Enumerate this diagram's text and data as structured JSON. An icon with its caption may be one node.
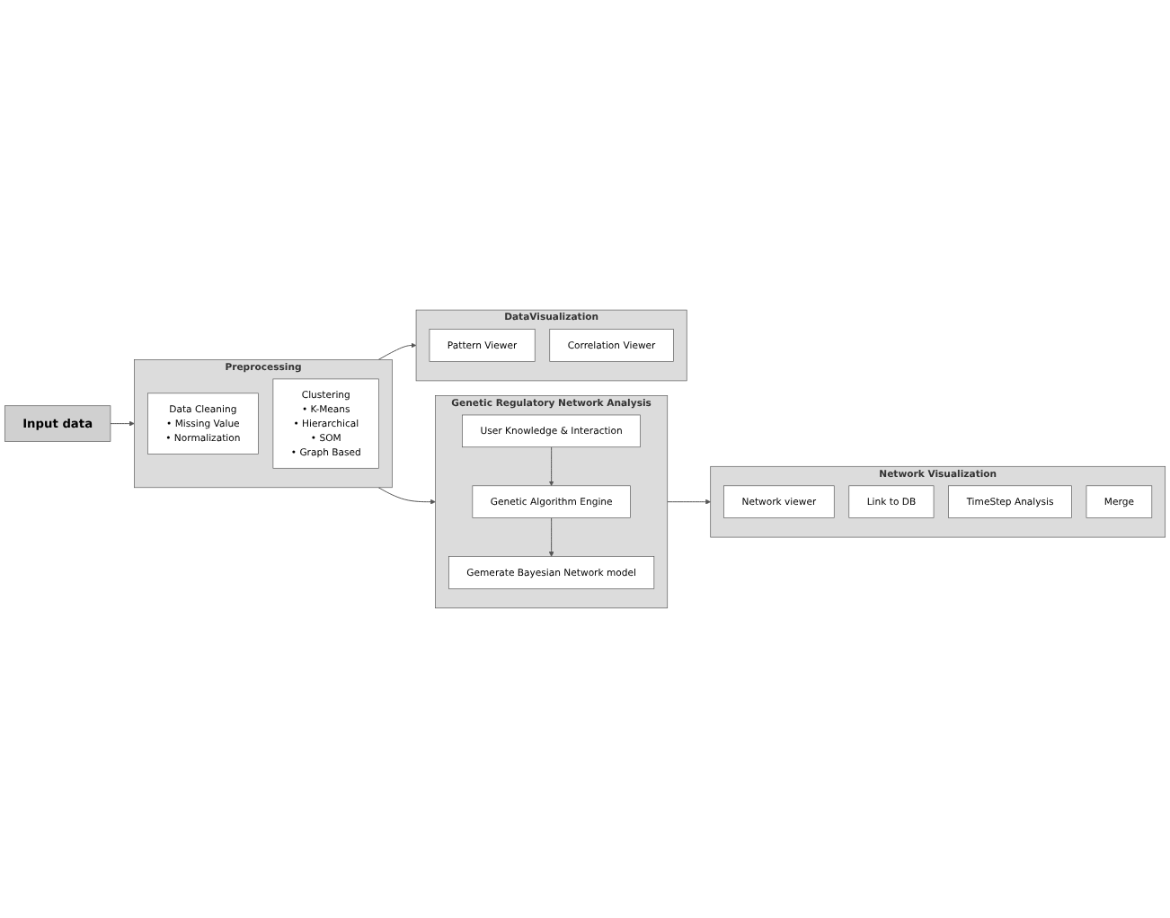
{
  "diagram": {
    "nodes": [
      {
        "text": [
          "Input data"
        ]
      },
      {
        "text": [
          "Preprocessing"
        ]
      },
      {
        "text": [
          "Data Cleaning",
          "• Missing Value",
          "• Normalization"
        ],
        "in": 1
      },
      {
        "text": [
          "Clustering",
          "• K-Means",
          "• Hierarchical",
          "• SOM",
          "• Graph Based"
        ],
        "in": 1
      },
      {
        "text": [
          "Genetic Regulatory Network Analysis"
        ]
      },
      {
        "text": [
          "User Knowledge & Interaction"
        ],
        "in": 4
      },
      {
        "text": [
          "Genetic Algorithm Engine"
        ],
        "in": 4
      },
      {
        "text": [
          "Gemerate Bayesian Network model"
        ],
        "in": 4
      },
      {
        "text": [
          "DataVisualization"
        ]
      },
      {
        "text": [
          "Pattern Viewer"
        ],
        "in": 8
      },
      {
        "text": [
          "Correlation Viewer"
        ],
        "in": 8
      },
      {
        "text": [
          "Network Visualization"
        ]
      },
      {
        "text": [
          "Network viewer"
        ],
        "in": 11
      },
      {
        "text": [
          "Link to DB"
        ],
        "in": 11
      },
      {
        "text": [
          "TimeStep Analysis"
        ],
        "in": 11
      },
      {
        "text": [
          "Merge"
        ],
        "in": 11
      }
    ],
    "edges": [
      {
        "from": 0,
        "to": 1,
        "arrow": "to"
      },
      {
        "from": 1,
        "to": 4,
        "arrow": "to"
      },
      {
        "from": 5,
        "to": 6,
        "arrow": "to"
      },
      {
        "from": 6,
        "to": 7,
        "arrow": "to"
      },
      {
        "from": 1,
        "to": 8,
        "arrow": "to"
      },
      {
        "from": 4,
        "to": 11,
        "arrow": "to"
      }
    ]
  }
}
